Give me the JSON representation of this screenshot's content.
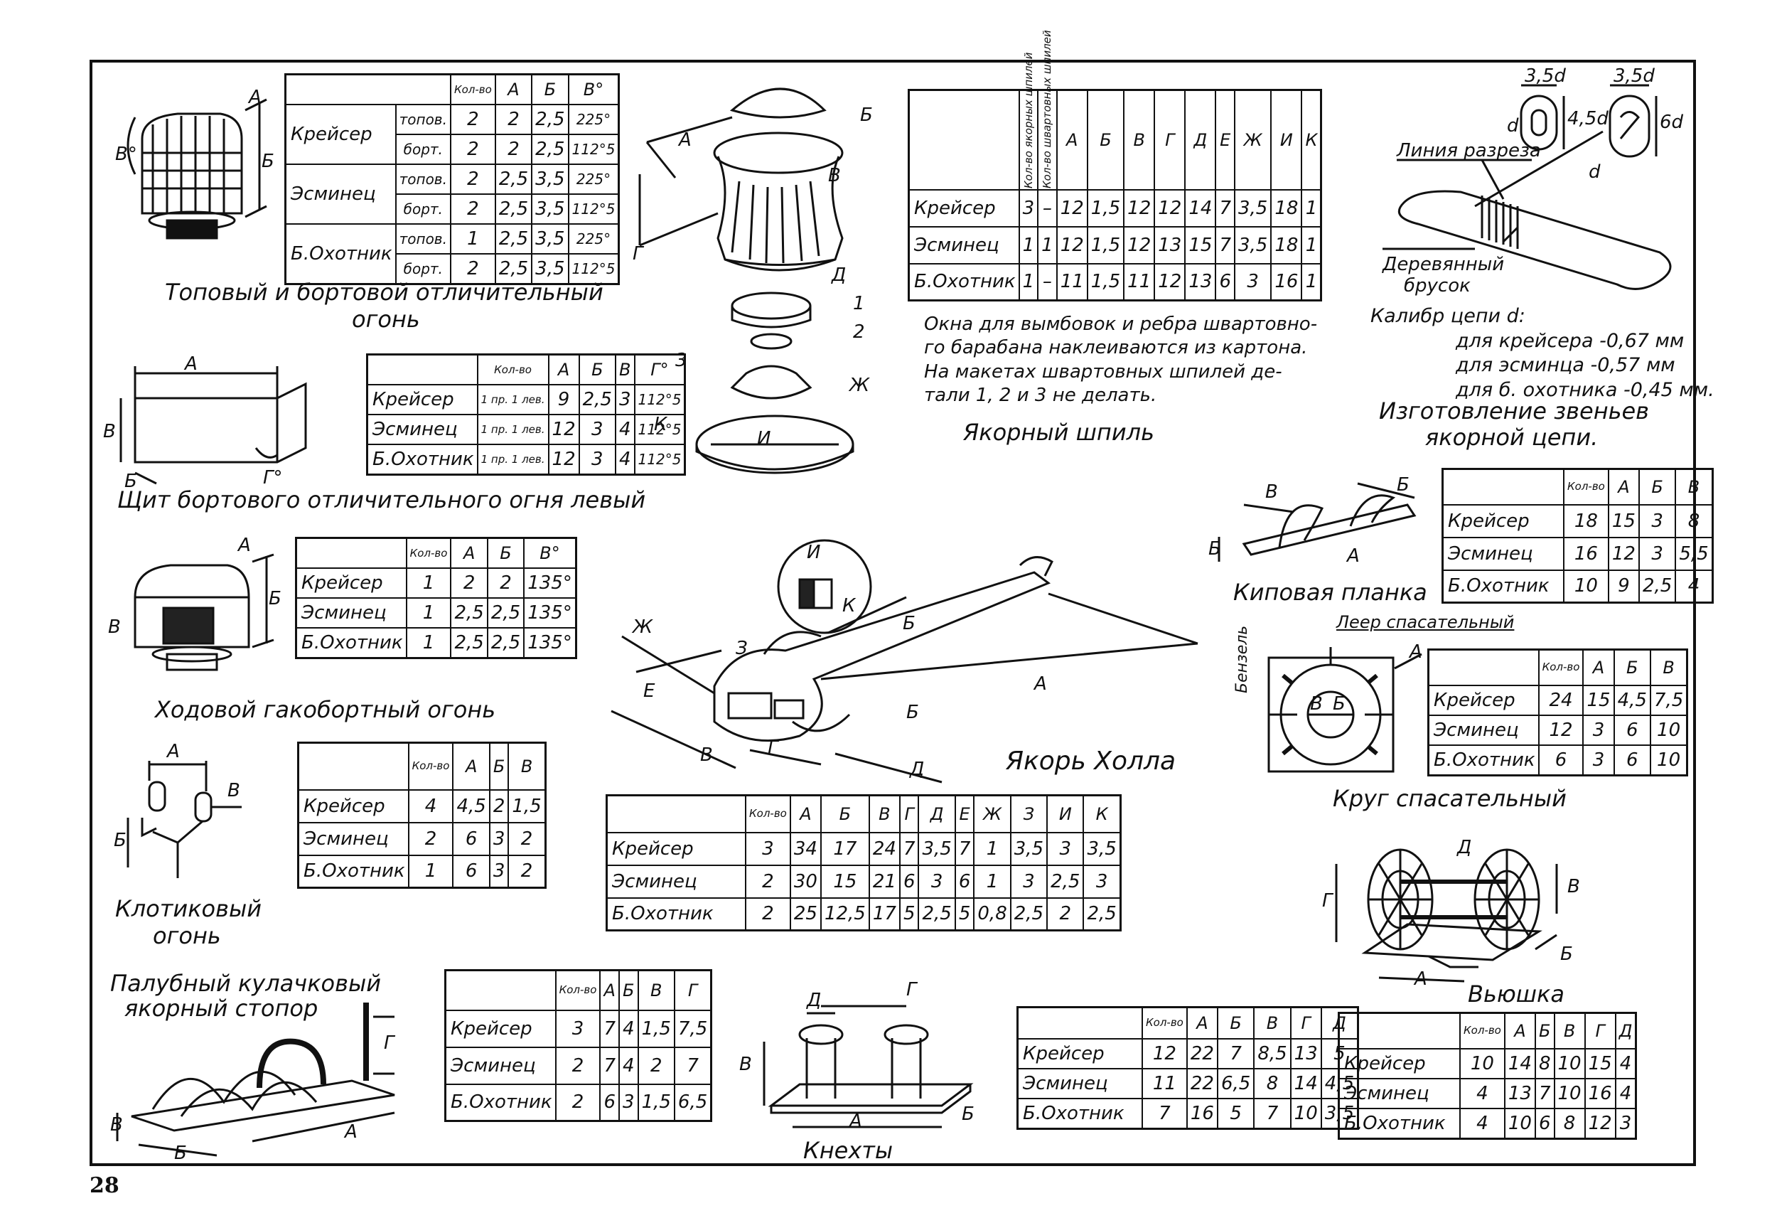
{
  "page_number": "28",
  "sections": {
    "topovy": {
      "caption_line1": "Топовый и бортовой отличительный",
      "caption_line2": "огонь",
      "headers": [
        "Кол-во",
        "А",
        "Б",
        "В°"
      ],
      "rows": [
        {
          "name": "Крейсер",
          "sub": [
            {
              "type": "топов.",
              "vals": [
                "2",
                "2",
                "2,5",
                "225°"
              ]
            },
            {
              "type": "борт.",
              "vals": [
                "2",
                "2",
                "2,5",
                "112°5"
              ]
            }
          ]
        },
        {
          "name": "Эсминец",
          "sub": [
            {
              "type": "топов.",
              "vals": [
                "2",
                "2,5",
                "3,5",
                "225°"
              ]
            },
            {
              "type": "борт.",
              "vals": [
                "2",
                "2,5",
                "3,5",
                "112°5"
              ]
            }
          ]
        },
        {
          "name": "Б.Охотник",
          "sub": [
            {
              "type": "топов.",
              "vals": [
                "1",
                "2,5",
                "3,5",
                "225°"
              ]
            },
            {
              "type": "борт.",
              "vals": [
                "2",
                "2,5",
                "3,5",
                "112°5"
              ]
            }
          ]
        }
      ],
      "dims": [
        "А",
        "Б",
        "В°"
      ]
    },
    "shchit": {
      "caption": "Щит бортового отличительного огня левый",
      "headers": [
        "Кол-во",
        "А",
        "Б",
        "В",
        "Г°"
      ],
      "rows": [
        {
          "name": "Крейсер",
          "cnt": "1 пр. 1 лев.",
          "vals": [
            "9",
            "2,5",
            "3",
            "112°5"
          ]
        },
        {
          "name": "Эсминец",
          "cnt": "1 пр. 1 лев.",
          "vals": [
            "12",
            "3",
            "4",
            "112°5"
          ]
        },
        {
          "name": "Б.Охотник",
          "cnt": "1 пр. 1 лев.",
          "vals": [
            "12",
            "3",
            "4",
            "112°5"
          ]
        }
      ],
      "dims": [
        "А",
        "В",
        "Б",
        "Г°"
      ]
    },
    "khodovoy": {
      "caption": "Ходовой гакобортный огонь",
      "headers": [
        "Кол-во",
        "А",
        "Б",
        "В°"
      ],
      "rows": [
        {
          "name": "Крейсер",
          "vals": [
            "1",
            "2",
            "2",
            "135°"
          ]
        },
        {
          "name": "Эсминец",
          "vals": [
            "1",
            "2,5",
            "2,5",
            "135°"
          ]
        },
        {
          "name": "Б.Охотник",
          "vals": [
            "1",
            "2,5",
            "2,5",
            "135°"
          ]
        }
      ],
      "dims": [
        "А",
        "Б",
        "В"
      ]
    },
    "klotik": {
      "caption_line1": "Клотиковый",
      "caption_line2": "огонь",
      "headers": [
        "Кол-во",
        "А",
        "Б",
        "В"
      ],
      "rows": [
        {
          "name": "Крейсер",
          "vals": [
            "4",
            "4,5",
            "2",
            "1,5"
          ]
        },
        {
          "name": "Эсминец",
          "vals": [
            "2",
            "6",
            "3",
            "2"
          ]
        },
        {
          "name": "Б.Охотник",
          "vals": [
            "1",
            "6",
            "3",
            "2"
          ]
        }
      ],
      "dims": [
        "А",
        "В",
        "Б"
      ]
    },
    "stopor": {
      "caption_line1": "Палубный кулачковый",
      "caption_line2": "якорный стопор",
      "headers": [
        "Кол-во",
        "А",
        "Б",
        "В",
        "Г"
      ],
      "rows": [
        {
          "name": "Крейсер",
          "vals": [
            "3",
            "7",
            "4",
            "1,5",
            "7,5"
          ]
        },
        {
          "name": "Эсминец",
          "vals": [
            "2",
            "7",
            "4",
            "2",
            "7"
          ]
        },
        {
          "name": "Б.Охотник",
          "vals": [
            "2",
            "6",
            "3",
            "1,5",
            "6,5"
          ]
        }
      ],
      "dims": [
        "Г",
        "В",
        "Б",
        "А"
      ]
    },
    "shpil": {
      "caption": "Якорный шпиль",
      "headers_small": [
        "Кол-во якорных шпилей",
        "Кол-во швартовных шпилей"
      ],
      "headers": [
        "А",
        "Б",
        "В",
        "Г",
        "Д",
        "Е",
        "Ж",
        "И",
        "К"
      ],
      "rows": [
        {
          "name": "Крейсер",
          "vals": [
            "3",
            "–",
            "12",
            "1,5",
            "12",
            "12",
            "14",
            "7",
            "3,5",
            "18",
            "1"
          ]
        },
        {
          "name": "Эсминец",
          "vals": [
            "1",
            "1",
            "12",
            "1,5",
            "12",
            "13",
            "15",
            "7",
            "3,5",
            "18",
            "1"
          ]
        },
        {
          "name": "Б.Охотник",
          "vals": [
            "1",
            "–",
            "11",
            "1,5",
            "11",
            "12",
            "13",
            "6",
            "3",
            "16",
            "1"
          ]
        }
      ],
      "note_lines": [
        "Окна для вымбовок и ребра швартовно-",
        "го барабана наклеиваются из картона.",
        "На макетах швартовных шпилей де-",
        "тали 1, 2 и 3 не делать."
      ],
      "dims": [
        "А",
        "Б",
        "В",
        "Г",
        "Д",
        "Ж",
        "К",
        "И",
        "1",
        "2",
        "3"
      ]
    },
    "yakor": {
      "caption": "Якорь Холла",
      "headers": [
        "Кол-во",
        "А",
        "Б",
        "В",
        "Г",
        "Д",
        "Е",
        "Ж",
        "З",
        "И",
        "К"
      ],
      "rows": [
        {
          "name": "Крейсер",
          "vals": [
            "3",
            "34",
            "17",
            "24",
            "7",
            "3,5",
            "7",
            "1",
            "3,5",
            "3",
            "3,5"
          ]
        },
        {
          "name": "Эсминец",
          "vals": [
            "2",
            "30",
            "15",
            "21",
            "6",
            "3",
            "6",
            "1",
            "3",
            "2,5",
            "3"
          ]
        },
        {
          "name": "Б.Охотник",
          "vals": [
            "2",
            "25",
            "12,5",
            "17",
            "5",
            "2,5",
            "5",
            "0,8",
            "2,5",
            "2",
            "2,5"
          ]
        }
      ],
      "dims": [
        "Ж",
        "З",
        "Е",
        "В",
        "Г",
        "Д",
        "Б",
        "А",
        "Б",
        "И",
        "К"
      ]
    },
    "knekhty": {
      "caption": "Кнехты",
      "headers": [
        "Кол-во",
        "А",
        "Б",
        "В",
        "Г",
        "Д"
      ],
      "rows": [
        {
          "name": "Крейсер",
          "vals": [
            "12",
            "22",
            "7",
            "8,5",
            "13",
            "5"
          ]
        },
        {
          "name": "Эсминец",
          "vals": [
            "11",
            "22",
            "6,5",
            "8",
            "14",
            "4,5"
          ]
        },
        {
          "name": "Б.Охотник",
          "vals": [
            "7",
            "16",
            "5",
            "7",
            "10",
            "3,5"
          ]
        }
      ],
      "dims": [
        "Д",
        "Г",
        "В",
        "Б",
        "А"
      ]
    },
    "tsep": {
      "title_line1": "Изготовление звеньев",
      "title_line2": "якорной цепи.",
      "labels": {
        "cut_line": "Линия разреза",
        "block_1": "Деревянный",
        "block_2": "брусок"
      },
      "dim_labels": [
        "3,5d",
        "3,5d",
        "d",
        "4,5d",
        "6d",
        "d"
      ],
      "caliber_title": "Калибр цепи d:",
      "caliber_lines": [
        {
          "label": "для крейсера",
          "value": "-0,67 мм"
        },
        {
          "label": "для эсминца",
          "value": "-0,57 мм"
        },
        {
          "label": "для б. охотника",
          "value": "-0,45 мм."
        }
      ]
    },
    "kipovaya": {
      "caption": "Киповая планка",
      "headers": [
        "Кол-во",
        "А",
        "Б",
        "В"
      ],
      "rows": [
        {
          "name": "Крейсер",
          "vals": [
            "18",
            "15",
            "3",
            "8"
          ]
        },
        {
          "name": "Эсминец",
          "vals": [
            "16",
            "12",
            "3",
            "5,5"
          ]
        },
        {
          "name": "Б.Охотник",
          "vals": [
            "10",
            "9",
            "2,5",
            "4"
          ]
        }
      ],
      "dims": [
        "В",
        "Б",
        "А",
        "Б"
      ]
    },
    "krug": {
      "caption": "Круг спасательный",
      "label_leer": "Леер спасательный",
      "label_benzel": "Бензель",
      "headers": [
        "Кол-во",
        "А",
        "Б",
        "В"
      ],
      "rows": [
        {
          "name": "Крейсер",
          "vals": [
            "24",
            "15",
            "4,5",
            "7,5"
          ]
        },
        {
          "name": "Эсминец",
          "vals": [
            "12",
            "3",
            "6",
            "10"
          ]
        },
        {
          "name": "Б.Охотник",
          "vals": [
            "6",
            "3",
            "6",
            "10"
          ]
        }
      ],
      "dims": [
        "А",
        "В",
        "Б"
      ]
    },
    "vyushka": {
      "caption": "Вьюшка",
      "headers": [
        "Кол-во",
        "А",
        "Б",
        "В",
        "Г",
        "Д"
      ],
      "rows": [
        {
          "name": "Крейсер",
          "vals": [
            "10",
            "14",
            "8",
            "10",
            "15",
            "4"
          ]
        },
        {
          "name": "Эсминец",
          "vals": [
            "4",
            "13",
            "7",
            "10",
            "16",
            "4"
          ]
        },
        {
          "name": "Б.Охотник",
          "vals": [
            "4",
            "10",
            "6",
            "8",
            "12",
            "3"
          ]
        }
      ],
      "dims": [
        "Д",
        "В",
        "Г",
        "Б",
        "А"
      ]
    }
  }
}
